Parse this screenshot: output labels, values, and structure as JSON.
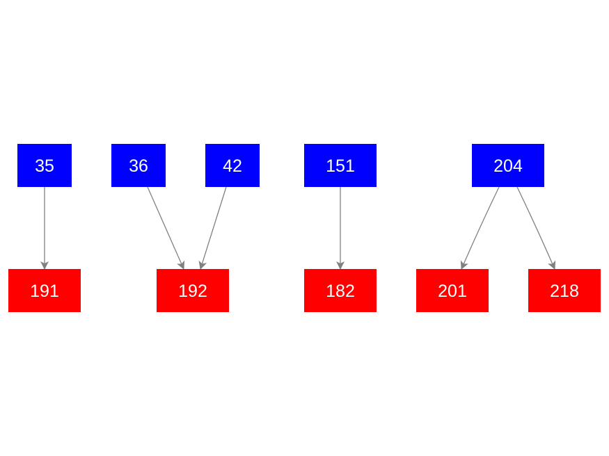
{
  "colors": {
    "source": "#0000ff",
    "target": "#ff0000",
    "edge": "#808080",
    "label": "#ffffff",
    "background": "#ffffff"
  },
  "nodes": [
    {
      "id": "n35",
      "label": "35",
      "role": "source"
    },
    {
      "id": "n36",
      "label": "36",
      "role": "source"
    },
    {
      "id": "n42",
      "label": "42",
      "role": "source"
    },
    {
      "id": "n151",
      "label": "151",
      "role": "source"
    },
    {
      "id": "n204",
      "label": "204",
      "role": "source"
    },
    {
      "id": "n191",
      "label": "191",
      "role": "target"
    },
    {
      "id": "n192",
      "label": "192",
      "role": "target"
    },
    {
      "id": "n182",
      "label": "182",
      "role": "target"
    },
    {
      "id": "n201",
      "label": "201",
      "role": "target"
    },
    {
      "id": "n218",
      "label": "218",
      "role": "target"
    }
  ],
  "edges": [
    {
      "from": "n35",
      "to": "n191"
    },
    {
      "from": "n36",
      "to": "n192"
    },
    {
      "from": "n42",
      "to": "n192"
    },
    {
      "from": "n151",
      "to": "n182"
    },
    {
      "from": "n204",
      "to": "n201"
    },
    {
      "from": "n204",
      "to": "n218"
    }
  ]
}
